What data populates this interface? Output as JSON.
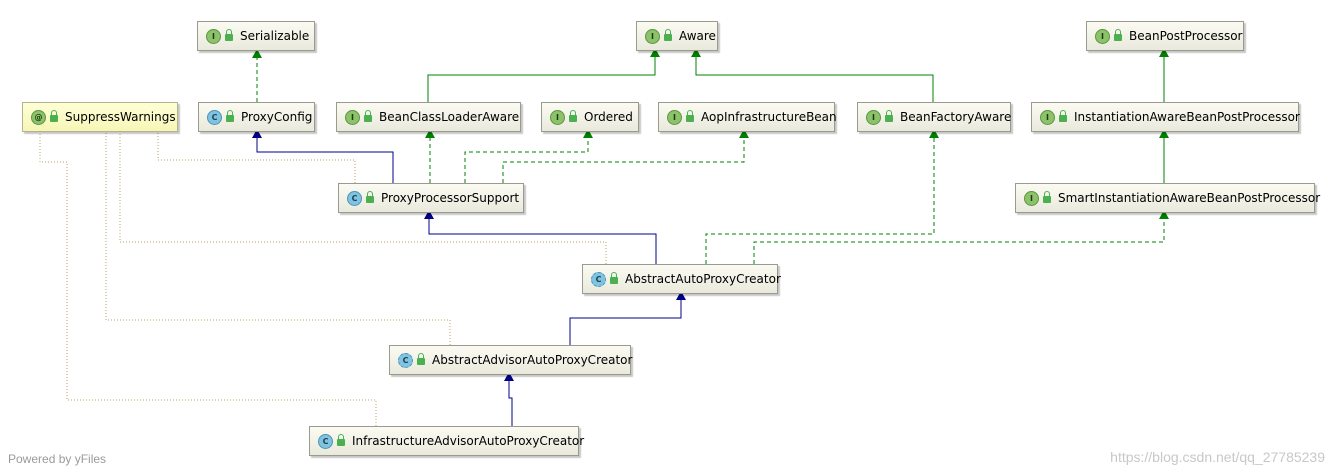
{
  "nodes": [
    {
      "id": "Serializable",
      "kind": "interface",
      "kind_letter": "I",
      "label": "Serializable"
    },
    {
      "id": "Aware",
      "kind": "interface",
      "kind_letter": "I",
      "label": "Aware"
    },
    {
      "id": "BeanPostProcessor",
      "kind": "interface",
      "kind_letter": "I",
      "label": "BeanPostProcessor"
    },
    {
      "id": "SuppressWarnings",
      "kind": "annotation",
      "kind_letter": "@",
      "label": "SuppressWarnings"
    },
    {
      "id": "ProxyConfig",
      "kind": "class",
      "kind_letter": "C",
      "label": "ProxyConfig"
    },
    {
      "id": "BeanClassLoaderAware",
      "kind": "interface",
      "kind_letter": "I",
      "label": "BeanClassLoaderAware"
    },
    {
      "id": "Ordered",
      "kind": "interface",
      "kind_letter": "I",
      "label": "Ordered"
    },
    {
      "id": "AopInfrastructureBean",
      "kind": "interface",
      "kind_letter": "I",
      "label": "AopInfrastructureBean"
    },
    {
      "id": "BeanFactoryAware",
      "kind": "interface",
      "kind_letter": "I",
      "label": "BeanFactoryAware"
    },
    {
      "id": "InstantiationAwareBeanPostProcessor",
      "kind": "interface",
      "kind_letter": "I",
      "label": "InstantiationAwareBeanPostProcessor"
    },
    {
      "id": "ProxyProcessorSupport",
      "kind": "class",
      "kind_letter": "C",
      "label": "ProxyProcessorSupport"
    },
    {
      "id": "SmartInstantiationAwareBeanPostProcessor",
      "kind": "interface",
      "kind_letter": "I",
      "label": "SmartInstantiationAwareBeanPostProcessor"
    },
    {
      "id": "AbstractAutoProxyCreator",
      "kind": "abstract",
      "kind_letter": "C",
      "label": "AbstractAutoProxyCreator"
    },
    {
      "id": "AbstractAdvisorAutoProxyCreator",
      "kind": "abstract",
      "kind_letter": "C",
      "label": "AbstractAdvisorAutoProxyCreator"
    },
    {
      "id": "InfrastructureAdvisorAutoProxyCreator",
      "kind": "class",
      "kind_letter": "C",
      "label": "InfrastructureAdvisorAutoProxyCreator"
    }
  ],
  "edges": [
    {
      "from": "ProxyConfig",
      "to": "Serializable",
      "type": "implements"
    },
    {
      "from": "BeanClassLoaderAware",
      "to": "Aware",
      "type": "extends-interface"
    },
    {
      "from": "BeanFactoryAware",
      "to": "Aware",
      "type": "extends-interface"
    },
    {
      "from": "InstantiationAwareBeanPostProcessor",
      "to": "BeanPostProcessor",
      "type": "extends-interface"
    },
    {
      "from": "SmartInstantiationAwareBeanPostProcessor",
      "to": "InstantiationAwareBeanPostProcessor",
      "type": "extends-interface"
    },
    {
      "from": "ProxyProcessorSupport",
      "to": "ProxyConfig",
      "type": "extends"
    },
    {
      "from": "ProxyProcessorSupport",
      "to": "BeanClassLoaderAware",
      "type": "implements"
    },
    {
      "from": "ProxyProcessorSupport",
      "to": "Ordered",
      "type": "implements"
    },
    {
      "from": "ProxyProcessorSupport",
      "to": "AopInfrastructureBean",
      "type": "implements"
    },
    {
      "from": "AbstractAutoProxyCreator",
      "to": "ProxyProcessorSupport",
      "type": "extends"
    },
    {
      "from": "AbstractAutoProxyCreator",
      "to": "BeanFactoryAware",
      "type": "implements"
    },
    {
      "from": "AbstractAutoProxyCreator",
      "to": "SmartInstantiationAwareBeanPostProcessor",
      "type": "implements"
    },
    {
      "from": "AbstractAdvisorAutoProxyCreator",
      "to": "AbstractAutoProxyCreator",
      "type": "extends"
    },
    {
      "from": "InfrastructureAdvisorAutoProxyCreator",
      "to": "AbstractAdvisorAutoProxyCreator",
      "type": "extends"
    },
    {
      "from": "ProxyProcessorSupport",
      "to": "SuppressWarnings",
      "type": "annotated"
    },
    {
      "from": "AbstractAutoProxyCreator",
      "to": "SuppressWarnings",
      "type": "annotated"
    },
    {
      "from": "AbstractAdvisorAutoProxyCreator",
      "to": "SuppressWarnings",
      "type": "annotated"
    },
    {
      "from": "InfrastructureAdvisorAutoProxyCreator",
      "to": "SuppressWarnings",
      "type": "annotated"
    }
  ],
  "colors": {
    "extends_line": "#000088",
    "implements_line": "#008000",
    "annotation_line": "#b8a060"
  },
  "footer": {
    "left": "Powered by yFiles",
    "right": "https://blog.csdn.net/qq_27785239"
  }
}
